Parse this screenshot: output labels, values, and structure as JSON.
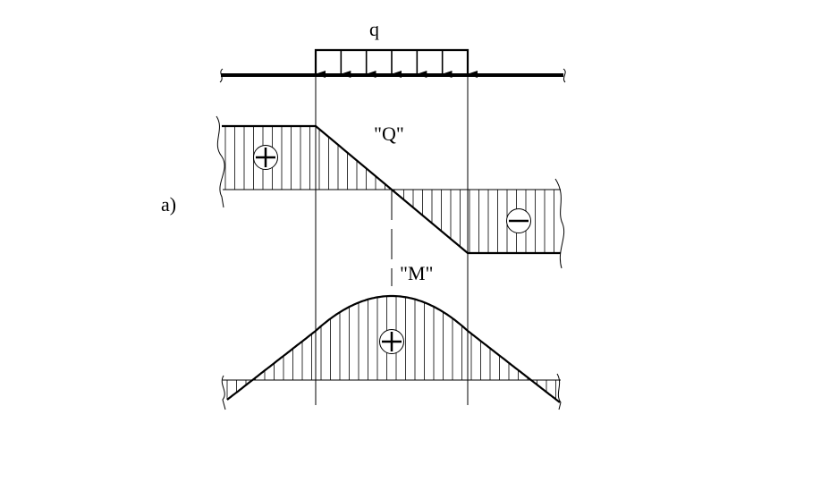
{
  "figure": {
    "panel_label": "a)",
    "load_label": "q",
    "shear_label": "\"Q\"",
    "moment_label": "\"M\"",
    "shear_positive_sign": "+",
    "shear_negative_sign": "−",
    "moment_positive_sign": "+"
  }
}
